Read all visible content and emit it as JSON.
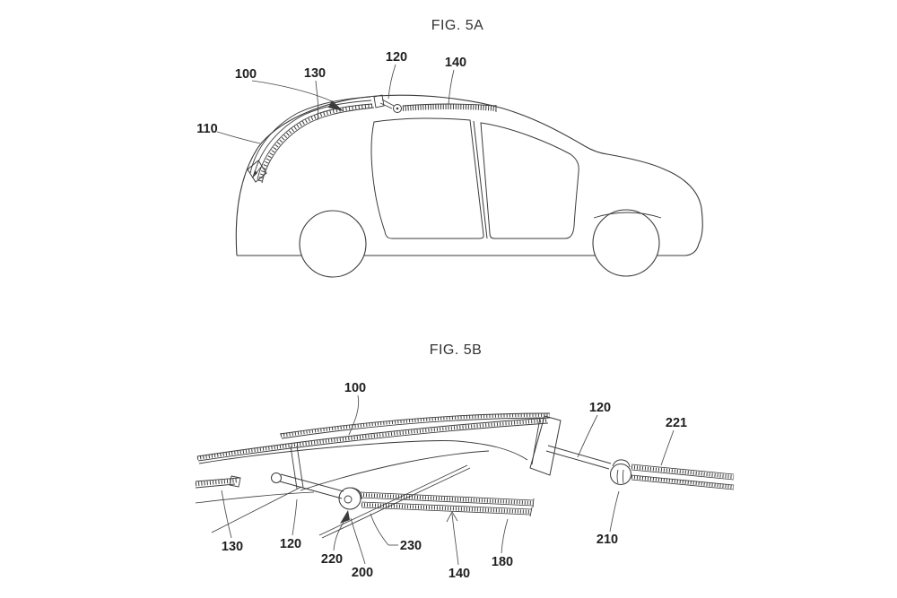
{
  "document": {
    "type": "patent-line-drawing",
    "background_color": "#ffffff",
    "ink_color": "#3b3b3b",
    "label_color": "#1e1e1e"
  },
  "fig5a": {
    "title": "FIG. 5A",
    "subject": "vehicle-side-view-with-roof-wiper-assembly",
    "labels": {
      "n100": "100",
      "n110": "110",
      "n120": "120",
      "n130": "130",
      "n140": "140"
    }
  },
  "fig5b": {
    "title": "FIG. 5B",
    "subject": "wiper-blade-linkage-detail-perspective",
    "labels": {
      "n100": "100",
      "n120_upper": "120",
      "n120_lower": "120",
      "n130": "130",
      "n140": "140",
      "n180": "180",
      "n200": "200",
      "n210": "210",
      "n220": "220",
      "n221": "221",
      "n230": "230"
    }
  }
}
